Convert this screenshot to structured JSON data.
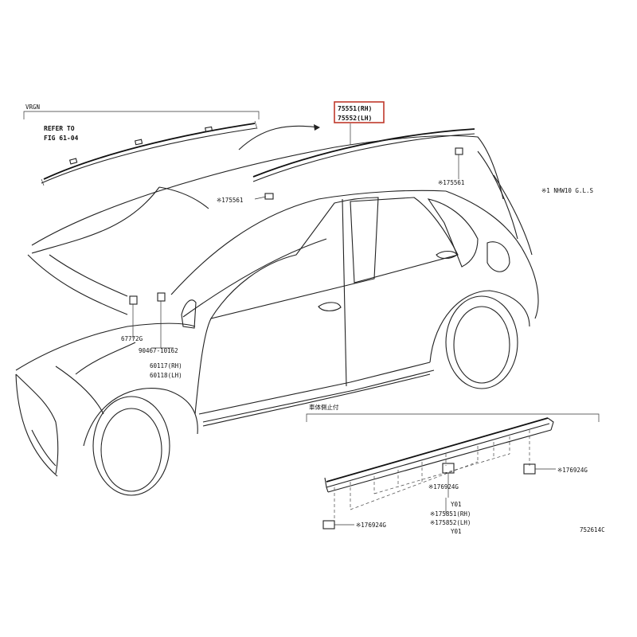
{
  "labels": {
    "top_left_note": "VRGN",
    "refer_to_line1": "REFER TO",
    "refer_to_line2": "FIG 61-04",
    "part_75551": "75551(RH)",
    "part_75552": "75552(LH)",
    "clip_75561_left": "※175561",
    "clip_75561_right": "※175561",
    "side_note": "※1 NHW10 G.L.S",
    "part_67772": "67772G",
    "part_90467": "90467-10162",
    "part_60117": "60117(RH)",
    "part_60118": "60118(LH)",
    "inset_title": "車体側止付",
    "clip_76924_a": "※176924G",
    "clip_76924_b": "※176924G",
    "clip_76924_c": "※176924G",
    "y01_a": "Y01",
    "part_75851": "※175851(RH)",
    "part_75852": "※175852(LH)",
    "y01_b": "Y01",
    "figure_code": "752614C"
  },
  "highlight_color": "#c0392b"
}
